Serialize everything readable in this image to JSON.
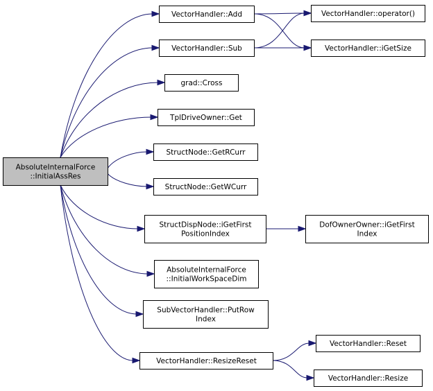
{
  "graph": {
    "colors": {
      "edge": "#191970",
      "root_fill": "#bfbfbf",
      "node_fill": "#ffffff",
      "node_border": "#000000"
    },
    "nodes": {
      "root": {
        "lines": [
          "AbsoluteInternalForce",
          "::InitialAssRes"
        ]
      },
      "vh_add": {
        "lines": [
          "VectorHandler::Add"
        ]
      },
      "vh_sub": {
        "lines": [
          "VectorHandler::Sub"
        ]
      },
      "vh_op": {
        "lines": [
          "VectorHandler::operator()"
        ]
      },
      "vh_igetsize": {
        "lines": [
          "VectorHandler::iGetSize"
        ]
      },
      "grad_cross": {
        "lines": [
          "grad::Cross"
        ]
      },
      "tpl_get": {
        "lines": [
          "TplDriveOwner::Get"
        ]
      },
      "sn_getrcurr": {
        "lines": [
          "StructNode::GetRCurr"
        ]
      },
      "sn_getwcurr": {
        "lines": [
          "StructNode::GetWCurr"
        ]
      },
      "sdn_igetfirst": {
        "lines": [
          "StructDispNode::iGetFirst",
          "PositionIndex"
        ]
      },
      "doo_igetfirst": {
        "lines": [
          "DofOwnerOwner::iGetFirst",
          "Index"
        ]
      },
      "aif_initws": {
        "lines": [
          "AbsoluteInternalForce",
          "::InitialWorkSpaceDim"
        ]
      },
      "svh_putrow": {
        "lines": [
          "SubVectorHandler::PutRow",
          "Index"
        ]
      },
      "vh_resizereset": {
        "lines": [
          "VectorHandler::ResizeReset"
        ]
      },
      "vh_reset": {
        "lines": [
          "VectorHandler::Reset"
        ]
      },
      "vh_resize": {
        "lines": [
          "VectorHandler::Resize"
        ]
      }
    },
    "edges": [
      [
        "root",
        "vh_add"
      ],
      [
        "root",
        "vh_sub"
      ],
      [
        "root",
        "grad_cross"
      ],
      [
        "root",
        "tpl_get"
      ],
      [
        "root",
        "sn_getrcurr"
      ],
      [
        "root",
        "sn_getwcurr"
      ],
      [
        "root",
        "sdn_igetfirst"
      ],
      [
        "root",
        "aif_initws"
      ],
      [
        "root",
        "svh_putrow"
      ],
      [
        "root",
        "vh_resizereset"
      ],
      [
        "vh_add",
        "vh_op"
      ],
      [
        "vh_add",
        "vh_igetsize"
      ],
      [
        "vh_sub",
        "vh_op"
      ],
      [
        "vh_sub",
        "vh_igetsize"
      ],
      [
        "sdn_igetfirst",
        "doo_igetfirst"
      ],
      [
        "vh_resizereset",
        "vh_reset"
      ],
      [
        "vh_resizereset",
        "vh_resize"
      ]
    ]
  }
}
